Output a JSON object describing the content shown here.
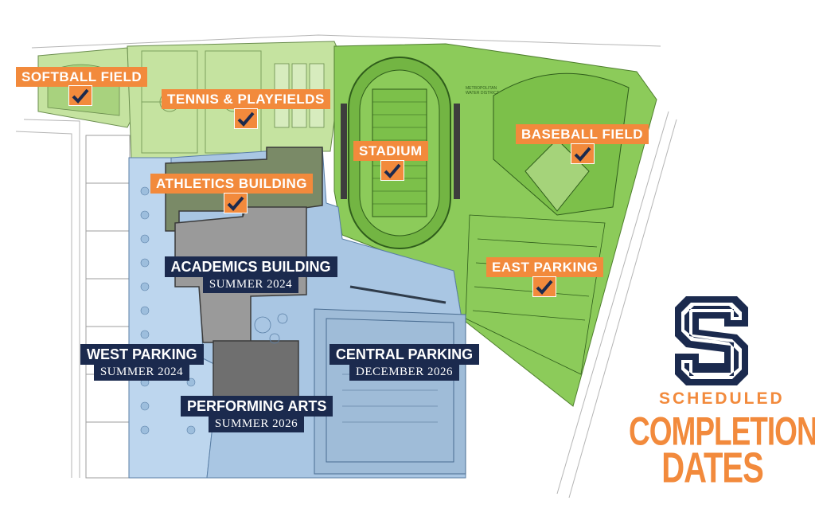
{
  "colors": {
    "orange": "#f28a3c",
    "navy": "#1b2a4e",
    "light_green": "#c5e3a0",
    "green": "#8ccb5a",
    "light_blue": "#bdd6ee",
    "gray_building": "#8c8c8c",
    "dark_building": "#6f6f6f"
  },
  "completed_areas": [
    {
      "id": "softball",
      "label": "SOFTBALL FIELD",
      "status": "complete",
      "icon": "check-icon"
    },
    {
      "id": "tennis",
      "label": "TENNIS & PLAYFIELDS",
      "status": "complete",
      "icon": "check-icon"
    },
    {
      "id": "stadium",
      "label": "STADIUM",
      "status": "complete",
      "icon": "check-icon"
    },
    {
      "id": "baseball",
      "label": "BASEBALL FIELD",
      "status": "complete",
      "icon": "check-icon"
    },
    {
      "id": "athletics",
      "label": "ATHLETICS BUILDING",
      "status": "complete",
      "icon": "check-icon"
    },
    {
      "id": "east_parking",
      "label": "EAST PARKING",
      "status": "complete",
      "icon": "check-icon"
    }
  ],
  "scheduled_areas": [
    {
      "id": "academics",
      "label": "ACADEMICS BUILDING",
      "date": "SUMMER 2024"
    },
    {
      "id": "west_parking",
      "label": "WEST PARKING",
      "date": "SUMMER 2024"
    },
    {
      "id": "central_parking",
      "label": "CENTRAL PARKING",
      "date": "DECEMBER 2026"
    },
    {
      "id": "performing_arts",
      "label": "PERFORMING ARTS",
      "date": "SUMMER 2026"
    }
  ],
  "map_text": {
    "water_district": "METROPOLITAN\nWATER DISTRICT"
  },
  "legend": {
    "logo_letter": "S",
    "subtitle": "SCHEDULED",
    "title_line1": "COMPLETION",
    "title_line2": "DATES"
  }
}
